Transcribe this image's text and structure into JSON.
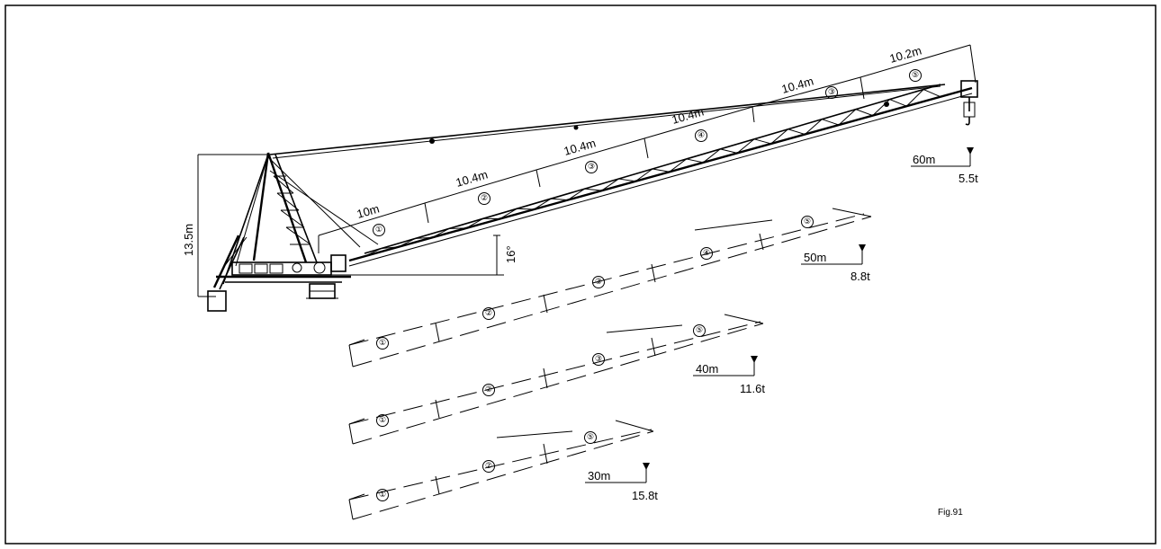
{
  "dimensions": {
    "height": "13.5m",
    "angle": "16°",
    "segments": [
      "10m",
      "10.4m",
      "10.4m",
      "10.4m",
      "10.4m",
      "10.2m"
    ]
  },
  "section_marks": {
    "main_boom": [
      "①",
      "②",
      "③",
      "④",
      "③",
      "⑤"
    ],
    "config_50m": [
      "①",
      "②",
      "③",
      "④",
      "⑤"
    ],
    "config_40m": [
      "①",
      "②",
      "③",
      "⑤"
    ],
    "config_30m": [
      "①",
      "②",
      "⑤"
    ]
  },
  "configurations": [
    {
      "radius": "60m",
      "load": "5.5t"
    },
    {
      "radius": "50m",
      "load": "8.8t"
    },
    {
      "radius": "40m",
      "load": "11.6t"
    },
    {
      "radius": "30m",
      "load": "15.8t"
    }
  ],
  "figure_label": "Fig.91"
}
